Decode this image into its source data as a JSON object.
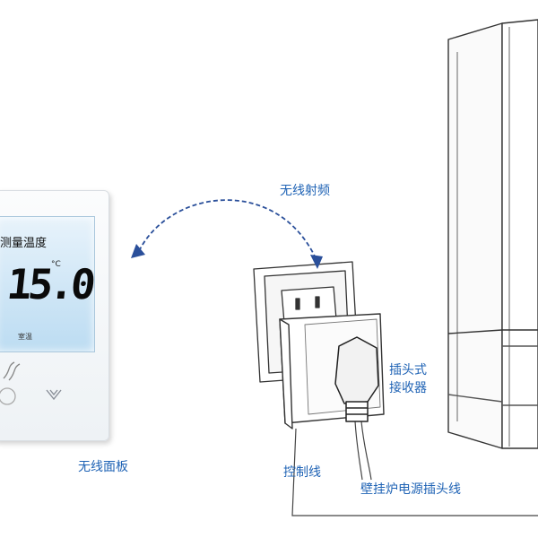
{
  "labels": {
    "panel": "无线面板",
    "rf": "无线射频",
    "receiver_line1": "插头式",
    "receiver_line2": "接收器",
    "control_wire": "控制线",
    "boiler_plug_wire": "壁挂炉电源插头线"
  },
  "thermostat": {
    "screen_title": "测量温度",
    "temperature": "15.0",
    "unit": "°C",
    "room": "室温"
  },
  "colors": {
    "label_text": "#1f63b5",
    "arrow": "#2a4f9a",
    "outline": "#333333",
    "screen": "#cfe6f6"
  },
  "icons": [
    "flame-icon",
    "chevron-down-icon",
    "double-arrow-icon"
  ]
}
